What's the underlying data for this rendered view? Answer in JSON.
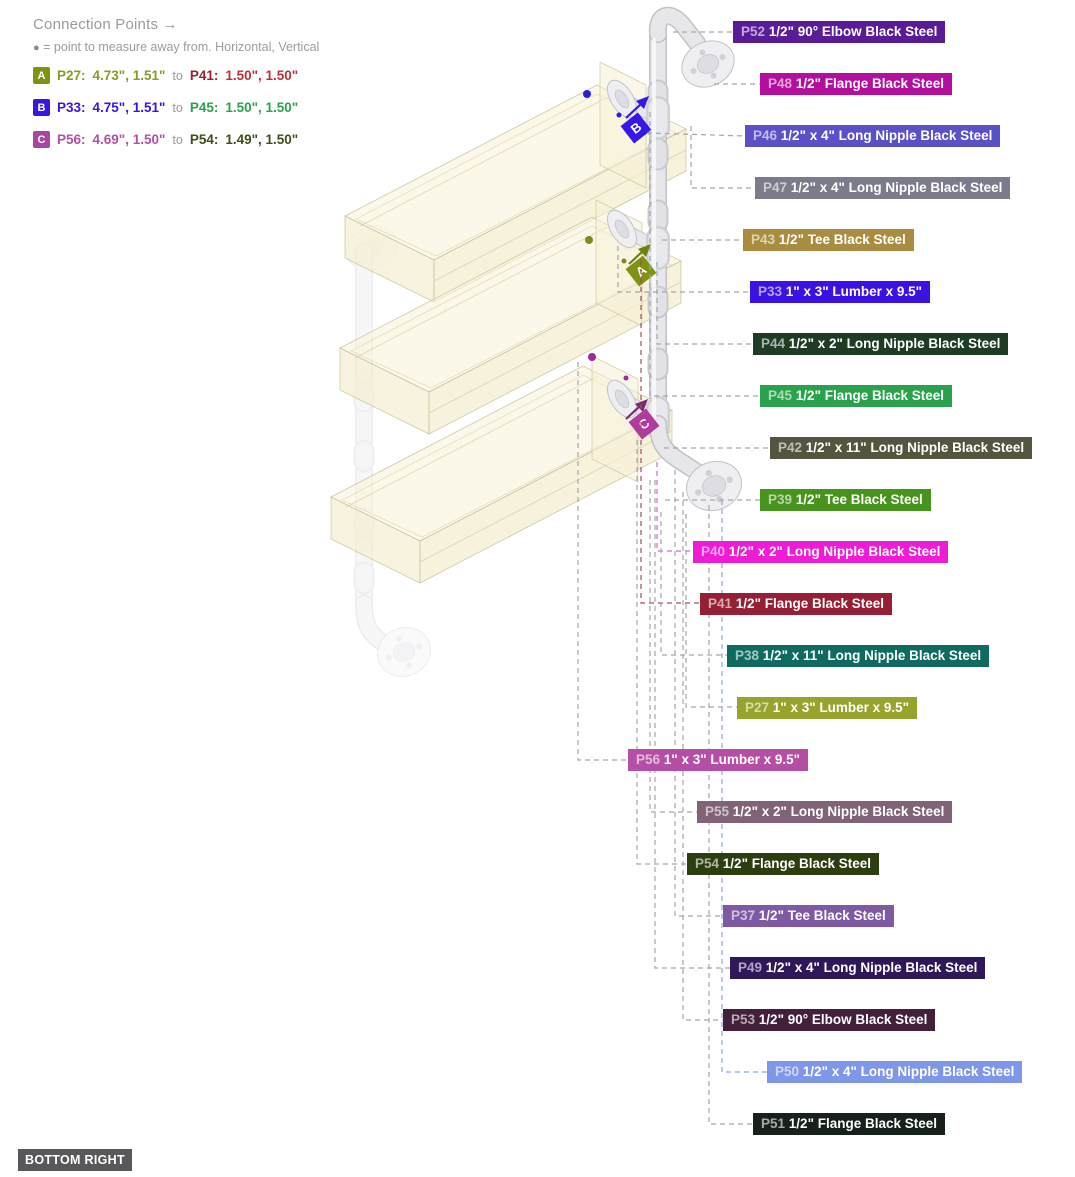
{
  "legend": {
    "title": "Connection Points →",
    "note_bullet": "●",
    "note": "= point to measure away from. Horizontal, Vertical",
    "connections": [
      {
        "marker": "A",
        "marker_color": "#7f9313",
        "from_part": "P27:",
        "from_color": "#8a9a22",
        "from_values": "4.73\", 1.51\"",
        "from_values_color": "#8a9a22",
        "link": "to",
        "to_part": "P41:",
        "to_color": "#9e1f35",
        "to_values": "1.50\", 1.50\"",
        "to_values_color": "#b5313d"
      },
      {
        "marker": "B",
        "marker_color": "#3518e8",
        "from_part": "P33:",
        "from_color": "#3a12e4",
        "from_values": "4.75\", 1.51\"",
        "from_values_color": "#3a12e4",
        "link": "to",
        "to_part": "P45:",
        "to_color": "#2aa24c",
        "to_values": "1.50\", 1.50\"",
        "to_values_color": "#2aa24c"
      },
      {
        "marker": "C",
        "marker_color": "#a8479e",
        "from_part": "P56:",
        "from_color": "#b44fa5",
        "from_values": "4.69\", 1.50\"",
        "from_values_color": "#b44fa5",
        "link": "to",
        "to_part": "P54:",
        "to_color": "#3f4f15",
        "to_values": "1.49\", 1.50\"",
        "to_values_color": "#3f4f15"
      }
    ]
  },
  "corner_badge": "BOTTOM RIGHT",
  "parts": [
    {
      "id": "P52",
      "desc": "1/2\" 90° Elbow Black Steel",
      "bg": "#5a1b96"
    },
    {
      "id": "P48",
      "desc": "1/2\" Flange Black Steel",
      "bg": "#b30f9c"
    },
    {
      "id": "P46",
      "desc": "1/2\" x 4\" Long Nipple Black Steel",
      "bg": "#5a51c6"
    },
    {
      "id": "P47",
      "desc": "1/2\" x 4\" Long Nipple Black Steel",
      "bg": "#7b7b8c"
    },
    {
      "id": "P43",
      "desc": "1/2\" Tee Black Steel",
      "bg": "#a98c3f"
    },
    {
      "id": "P33",
      "desc": "1\" x 3\" Lumber x 9.5\"",
      "bg": "#3a12e4"
    },
    {
      "id": "P44",
      "desc": "1/2\" x 2\" Long Nipple Black Steel",
      "bg": "#1e3b24"
    },
    {
      "id": "P45",
      "desc": "1/2\" Flange Black Steel",
      "bg": "#2aa24c"
    },
    {
      "id": "P42",
      "desc": "1/2\" x 11\" Long Nipple Black Steel",
      "bg": "#55543f"
    },
    {
      "id": "P39",
      "desc": "1/2\" Tee Black Steel",
      "bg": "#47941d"
    },
    {
      "id": "P40",
      "desc": "1/2\" x 2\" Long Nipple Black Steel",
      "bg": "#ee1cd4"
    },
    {
      "id": "P41",
      "desc": "1/2\" Flange Black Steel",
      "bg": "#951f35"
    },
    {
      "id": "P38",
      "desc": "1/2\" x 11\" Long Nipple Black Steel",
      "bg": "#0f6b60"
    },
    {
      "id": "P27",
      "desc": "1\" x 3\" Lumber x 9.5\"",
      "bg": "#97a32b"
    },
    {
      "id": "P56",
      "desc": "1\" x 3\" Lumber x 9.5\"",
      "bg": "#b44fa5"
    },
    {
      "id": "P55",
      "desc": "1/2\" x 2\" Long Nipple Black Steel",
      "bg": "#806376"
    },
    {
      "id": "P54",
      "desc": "1/2\" Flange Black Steel",
      "bg": "#2c3d10"
    },
    {
      "id": "P37",
      "desc": "1/2\" Tee Black Steel",
      "bg": "#8059a5"
    },
    {
      "id": "P49",
      "desc": "1/2\" x 4\" Long Nipple Black Steel",
      "bg": "#2f1858"
    },
    {
      "id": "P53",
      "desc": "1/2\" 90° Elbow Black Steel",
      "bg": "#42203c"
    },
    {
      "id": "P50",
      "desc": "1/2\" x 4\" Long Nipple Black Steel",
      "bg": "#7e97e8"
    },
    {
      "id": "P51",
      "desc": "1/2\" Flange Black Steel",
      "bg": "#17211c"
    }
  ]
}
